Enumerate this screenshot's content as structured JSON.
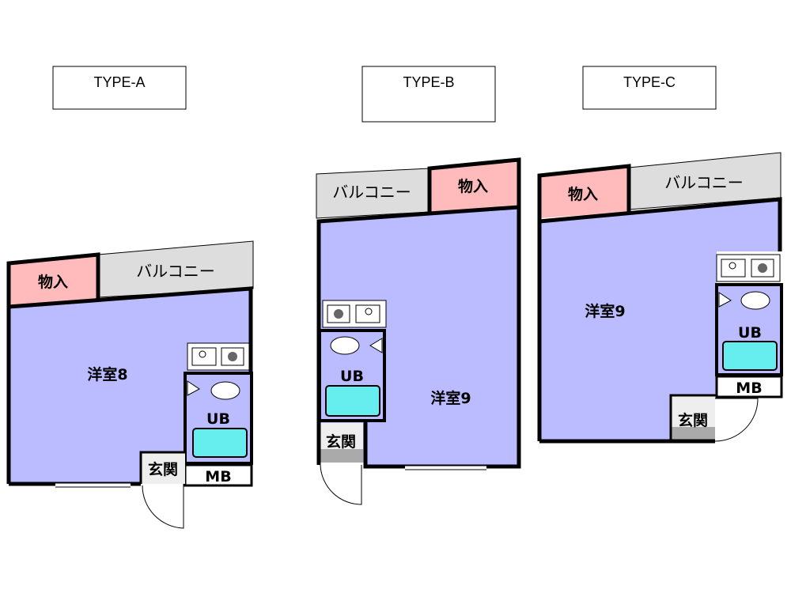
{
  "colors": {
    "room": "#bbbbff",
    "storage": "#ffbbbb",
    "balcony": "#dddddd",
    "bath": "#66eeee",
    "entrance": "#aaaaaa",
    "wall": "#000000"
  },
  "type_a": {
    "title": "TYPE-A",
    "room": "洋室8",
    "storage": "物入",
    "balcony": "バルコニー",
    "bath": "UB",
    "meter": "MB",
    "entrance": "玄関"
  },
  "type_b": {
    "title": "TYPE-B",
    "room": "洋室9",
    "storage": "物入",
    "balcony": "バルコニー",
    "bath": "UB",
    "entrance": "玄関"
  },
  "type_c": {
    "title": "TYPE-C",
    "room": "洋室9",
    "storage": "物入",
    "balcony": "バルコニー",
    "bath": "UB",
    "meter": "MB",
    "entrance": "玄関"
  }
}
